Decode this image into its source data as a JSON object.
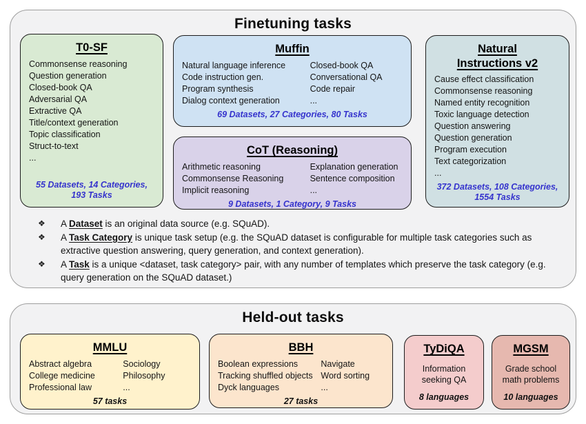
{
  "colors": {
    "section_background": "#f2f2f3",
    "section_border": "#9e9e9e",
    "box_border": "#1c1c1c",
    "t0sf_fill": "#d9ead3",
    "muffin_fill": "#cfe2f3",
    "cot_fill": "#d9d2e9",
    "niv2_fill": "#d0e0e3",
    "mmlu_fill": "#fff2cc",
    "bbh_fill": "#fce5cd",
    "tydiqa_fill": "#f4cccc",
    "mgsm_fill": "#e6b8af",
    "stats_blue": "#3533cd"
  },
  "finetuning": {
    "title": "Finetuning tasks",
    "t0sf": {
      "title": "T0-SF",
      "items": [
        "Commonsense reasoning",
        "Question generation",
        "Closed-book QA",
        "Adversarial QA",
        "Extractive QA",
        "Title/context generation",
        "Topic classification",
        "Struct-to-text",
        "..."
      ],
      "stats": "55 Datasets, 14 Categories, 193 Tasks"
    },
    "muffin": {
      "title": "Muffin",
      "col1": [
        "Natural language inference",
        "Code instruction gen.",
        "Program synthesis",
        "Dialog context generation"
      ],
      "col2": [
        "Closed-book QA",
        "Conversational QA",
        "Code repair",
        "..."
      ],
      "stats": "69 Datasets, 27 Categories, 80 Tasks"
    },
    "cot": {
      "title": "CoT (Reasoning)",
      "col1": [
        "Arithmetic reasoning",
        "Commonsense Reasoning",
        "Implicit reasoning"
      ],
      "col2": [
        "Explanation generation",
        "Sentence composition",
        "..."
      ],
      "stats": "9 Datasets, 1 Category, 9 Tasks"
    },
    "niv2": {
      "title": "Natural Instructions v2",
      "items": [
        "Cause effect classification",
        "Commonsense reasoning",
        "Named entity recognition",
        "Toxic language detection",
        "Question answering",
        "Question generation",
        "Program execution",
        "Text categorization",
        "..."
      ],
      "stats": "372 Datasets, 108 Categories, 1554 Tasks"
    },
    "notes": [
      {
        "glyph": "❖",
        "lead": "A ",
        "term": "Dataset",
        "rest": " is an original data source (e.g. SQuAD)."
      },
      {
        "glyph": "❖",
        "lead": "A ",
        "term": "Task Category",
        "rest": " is unique task setup (e.g. the SQuAD dataset is configurable for multiple task categories such as extractive question answering, query generation, and context generation)."
      },
      {
        "glyph": "❖",
        "lead": "A ",
        "term": "Task",
        "rest": " is a unique <dataset, task category> pair, with any number of templates which preserve the task category (e.g. query generation on the SQuAD dataset.)"
      }
    ]
  },
  "heldout": {
    "title": "Held-out tasks",
    "mmlu": {
      "title": "MMLU",
      "col1": [
        "Abstract algebra",
        "College medicine",
        "Professional law"
      ],
      "col2": [
        "Sociology",
        "Philosophy",
        "..."
      ],
      "stats": "57 tasks"
    },
    "bbh": {
      "title": "BBH",
      "col1": [
        "Boolean expressions",
        "Tracking shuffled objects",
        "Dyck languages"
      ],
      "col2": [
        "Navigate",
        "Word sorting",
        "..."
      ],
      "stats": "27 tasks"
    },
    "tydiqa": {
      "title": "TyDiQA",
      "desc": "Information seeking QA",
      "stats": "8 languages"
    },
    "mgsm": {
      "title": "MGSM",
      "desc": "Grade school math problems",
      "stats": "10 languages"
    }
  }
}
